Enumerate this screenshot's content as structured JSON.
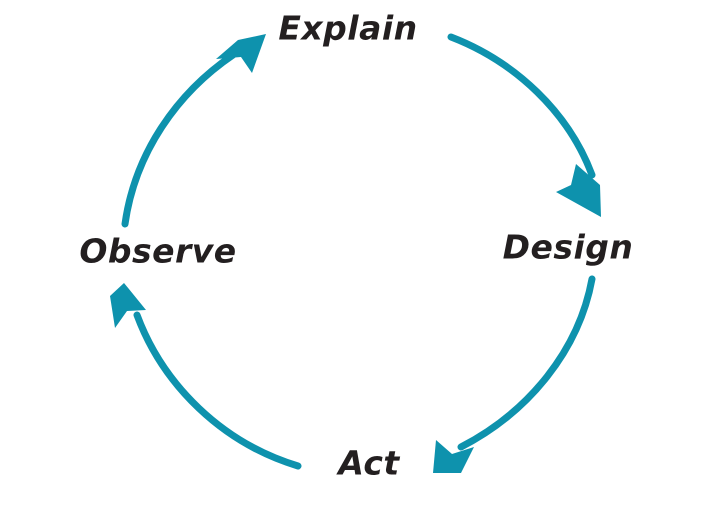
{
  "diagram": {
    "title": "Explain-Design-Act-Observe cycle",
    "type": "cycle",
    "direction": "clockwise",
    "colors": {
      "arc": "#0e92ad",
      "arrow": "#0e92ad",
      "label": "#231f20",
      "background": "#ffffff"
    },
    "nodes": [
      {
        "id": "explain",
        "label": "Explain",
        "position": "top",
        "angle_deg": 270
      },
      {
        "id": "design",
        "label": "Design",
        "position": "right",
        "angle_deg": 0
      },
      {
        "id": "act",
        "label": "Act",
        "position": "bottom",
        "angle_deg": 90
      },
      {
        "id": "observe",
        "label": "Observe",
        "position": "left",
        "angle_deg": 180
      }
    ],
    "edges": [
      {
        "id": "explain-to-design",
        "from": "Explain",
        "to": "Design",
        "arrowhead": "down-right"
      },
      {
        "id": "design-to-act",
        "from": "Design",
        "to": "Act",
        "arrowhead": "down-left"
      },
      {
        "id": "act-to-observe",
        "from": "Act",
        "to": "Observe",
        "arrowhead": "up"
      },
      {
        "id": "observe-to-explain",
        "from": "Observe",
        "to": "Explain",
        "arrowhead": "up-right"
      }
    ]
  }
}
